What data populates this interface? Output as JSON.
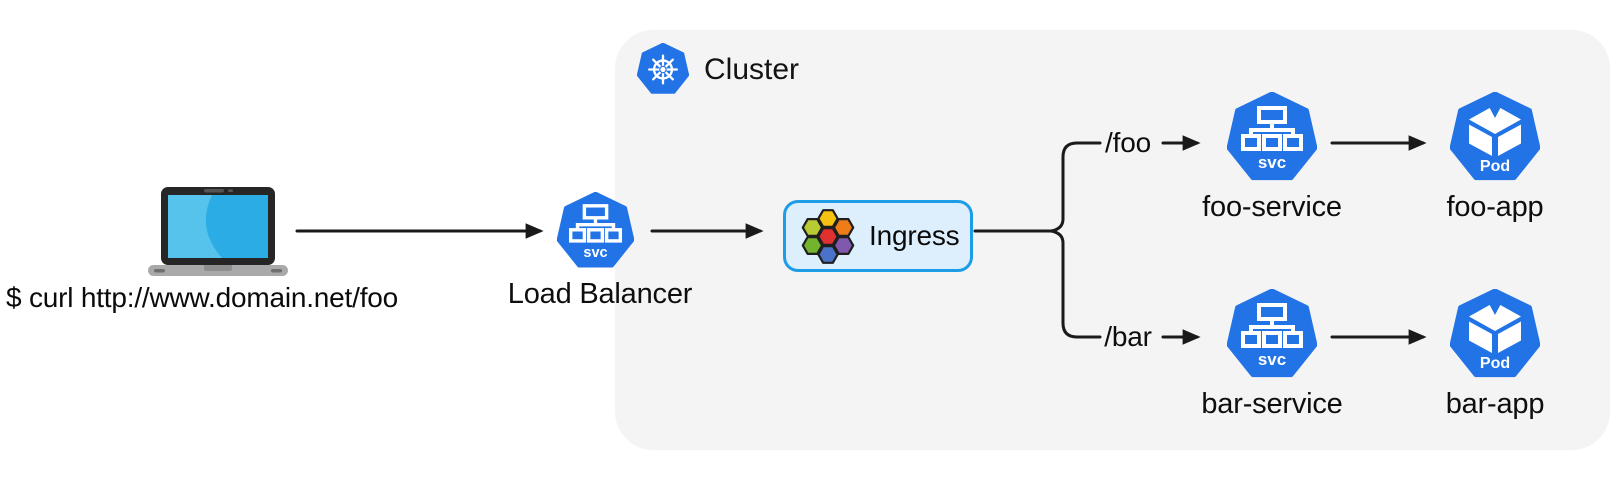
{
  "client": {
    "command_text": "$ curl http://www.domain.net/foo"
  },
  "load_balancer": {
    "label": "Load Balancer"
  },
  "cluster": {
    "label": "Cluster"
  },
  "ingress": {
    "label": "Ingress"
  },
  "routes": [
    {
      "path": "/foo",
      "service_label": "foo-service",
      "pod_label": "foo-app"
    },
    {
      "path": "/bar",
      "service_label": "bar-service",
      "pod_label": "bar-app"
    }
  ],
  "icons": {
    "service_badge": "svc",
    "pod_badge": "Pod"
  },
  "colors": {
    "k8s_blue": "#2173e6",
    "line": "#1a1a1a",
    "cluster_bg": "#f4f4f5",
    "ingress_fill": "#ddeffc",
    "ingress_border": "#1d9ce8",
    "hex_red": "#e03131",
    "hex_yellow": "#f5c211",
    "hex_orange": "#ee7d18",
    "hex_purple": "#8058ae",
    "hex_blue": "#4a72c8",
    "hex_green": "#74b32c",
    "hex_lime": "#b9cb33",
    "laptop_screen": "#2bace4",
    "laptop_screen_light": "#55c3ec",
    "laptop_body": "#a9a9a9",
    "laptop_bezel": "#262626"
  }
}
